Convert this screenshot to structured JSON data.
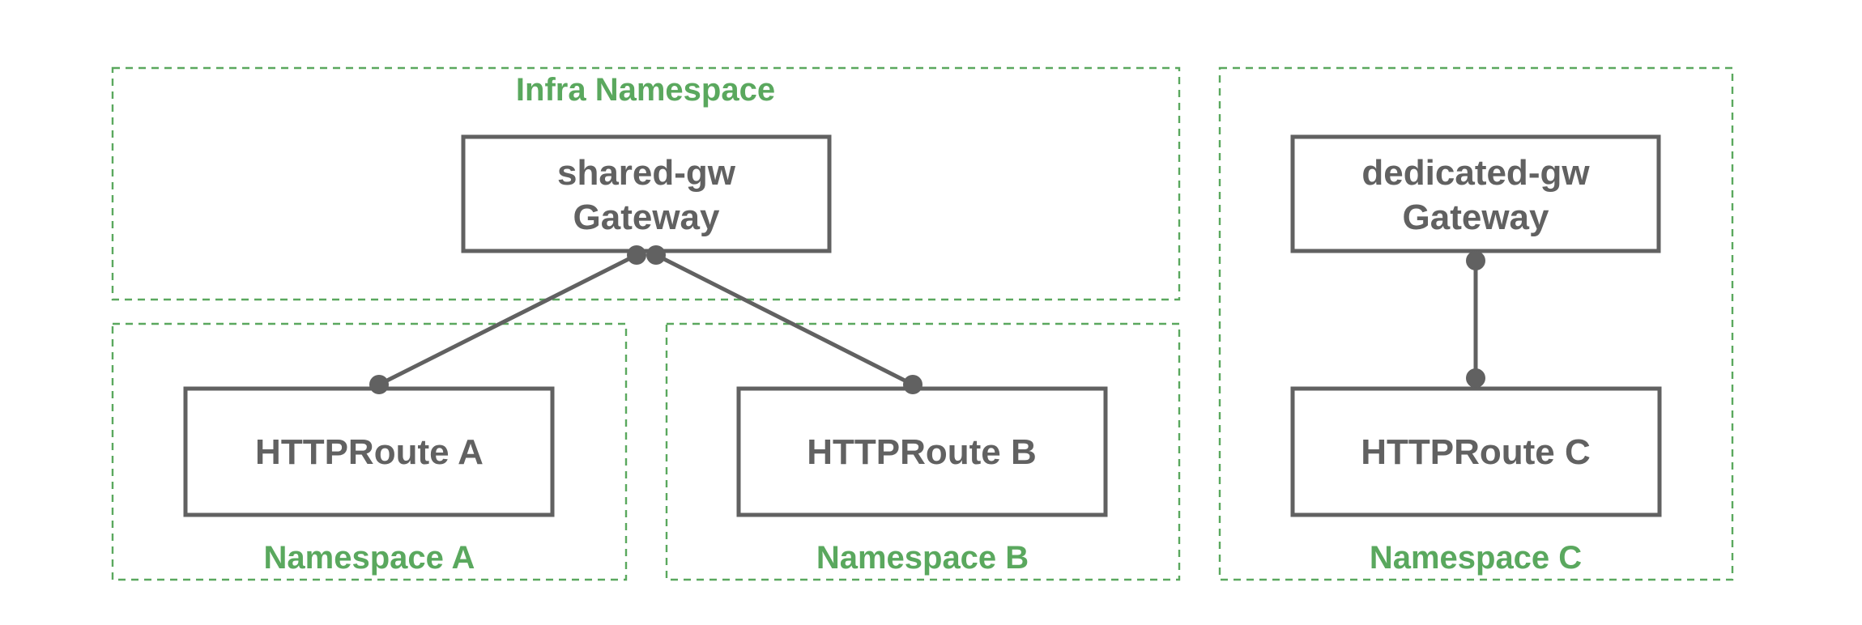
{
  "colors": {
    "namespace": "#5aa85e",
    "node": "#616161",
    "background": "#ffffff"
  },
  "namespaces": {
    "infra": {
      "label": "Infra Namespace"
    },
    "a": {
      "label": "Namespace A"
    },
    "b": {
      "label": "Namespace B"
    },
    "c": {
      "label": "Namespace C"
    }
  },
  "nodes": {
    "shared_gw": {
      "name": "shared-gw",
      "kind": "Gateway"
    },
    "dedicated_gw": {
      "name": "dedicated-gw",
      "kind": "Gateway"
    },
    "route_a": {
      "label": "HTTPRoute A"
    },
    "route_b": {
      "label": "HTTPRoute B"
    },
    "route_c": {
      "label": "HTTPRoute C"
    }
  },
  "connections": [
    {
      "from": "shared-gw",
      "to": "HTTPRoute A"
    },
    {
      "from": "shared-gw",
      "to": "HTTPRoute B"
    },
    {
      "from": "dedicated-gw",
      "to": "HTTPRoute C"
    }
  ]
}
